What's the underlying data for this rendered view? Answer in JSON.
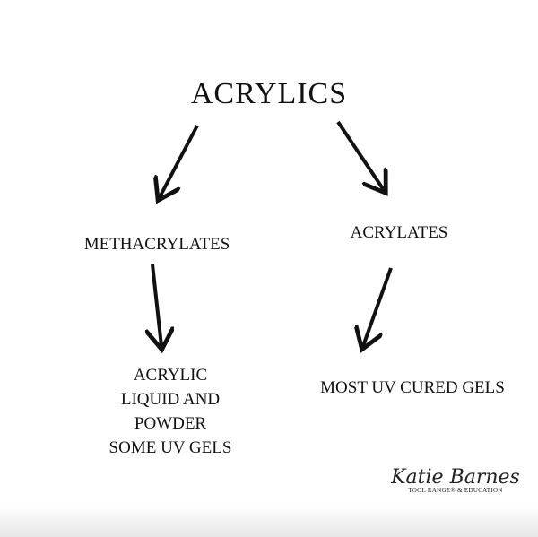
{
  "title": "ACRYLICS",
  "branches": [
    {
      "label": "METHACRYLATES",
      "leaf": [
        "ACRYLIC",
        "LIQUID AND",
        "POWDER",
        "SOME UV GELS"
      ]
    },
    {
      "label": "ACRYLATES",
      "leaf": [
        "MOST UV CURED GELS"
      ]
    }
  ],
  "logo": {
    "name": "Katie Barnes",
    "tagline": "TOOL RANGE® & EDUCATION"
  }
}
